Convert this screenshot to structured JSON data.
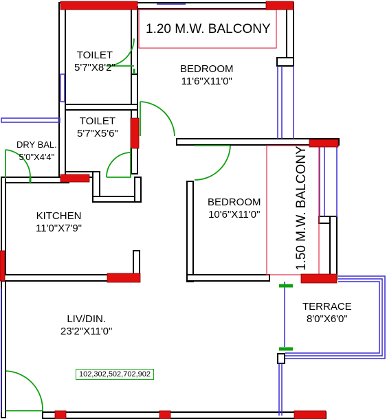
{
  "rooms": {
    "toilet1": {
      "name": "TOILET",
      "size": "5'7\"X8'2\""
    },
    "toilet2": {
      "name": "TOILET",
      "size": "5'7\"X5'6\""
    },
    "bedroom1": {
      "name": "BEDROOM",
      "size": "11'6\"X11'0\""
    },
    "bedroom2": {
      "name": "BEDROOM",
      "size": "10'6\"X11'0\""
    },
    "dry_balcony": {
      "name": "DRY BAL.",
      "size": "5'0\"X4'4\""
    },
    "kitchen": {
      "name": "KITCHEN",
      "size": "11'0\"X7'9\""
    },
    "living": {
      "name": "LIV/DIN.",
      "size": "23'2\"X11'0\""
    },
    "terrace": {
      "name": "TERRACE",
      "size": "8'0\"X6'0\""
    }
  },
  "balconies": {
    "top": "1.20 M.W. BALCONY",
    "side": "1.50 M.W. BALCONY"
  },
  "unit_numbers": "102,302,502,702,902",
  "colors": {
    "wall": "#000000",
    "window": "#e01010",
    "balcony_outline": "#e0304a",
    "railing": "#3a2ad0",
    "door": "#10a010"
  }
}
